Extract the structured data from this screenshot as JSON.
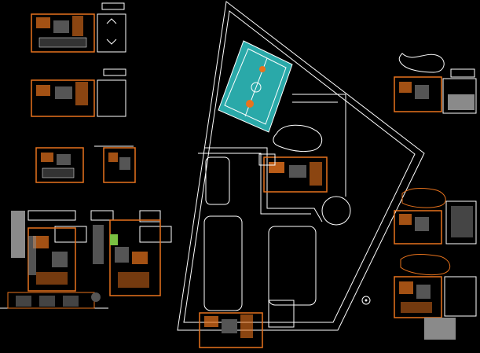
{
  "drawing": {
    "background": "#000000",
    "line_color": "#ffffff",
    "plan_color": "#e8731d",
    "court_color": "#2aa9a9",
    "green_color": "#7ac142",
    "grey_color": "#8a8a8a"
  },
  "site": {
    "elements": [
      "site-boundary",
      "sports-court",
      "pond",
      "parking-lots",
      "roundabout",
      "main-building"
    ]
  },
  "plans": {
    "groups": [
      "plan-top-left-1",
      "plan-top-left-2",
      "plan-mid-left-a",
      "plan-mid-left-b",
      "plan-bottom-left-a",
      "plan-bottom-left-b",
      "plan-right-top",
      "plan-right-mid",
      "plan-right-bottom",
      "plan-bottom-center"
    ]
  }
}
